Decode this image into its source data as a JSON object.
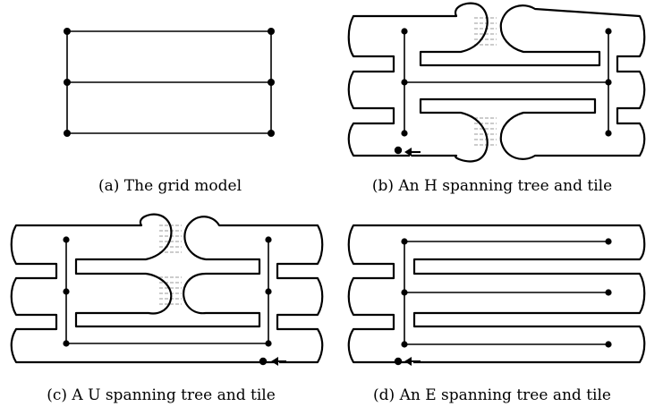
{
  "captions": {
    "a": "(a) The grid model",
    "b": "(b) An H spanning tree and tile",
    "c": "(c) A U spanning tree and tile",
    "d": "(d) An E spanning tree and tile"
  }
}
